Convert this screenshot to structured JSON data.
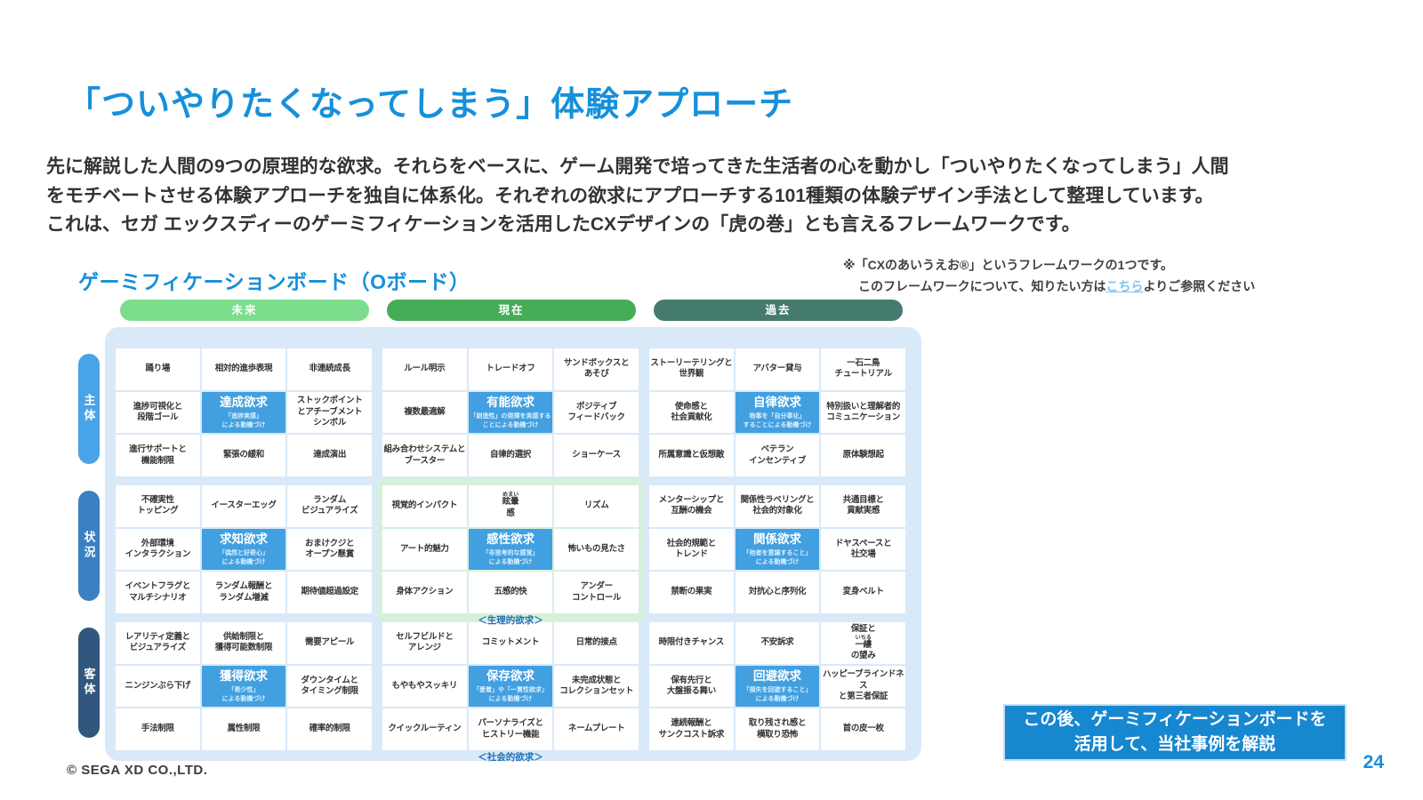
{
  "slide": {
    "title": "「ついやりたくなってしまう」体験アプローチ",
    "body_lines": [
      "先に解説した人間の9つの原理的な欲求。それらをベースに、ゲーム開発で培ってきた生活者の心を動かし「ついやりたくなってしまう」人間",
      "をモチベートさせる体験アプローチを独自に体系化。それぞれの欲求にアプローチする101種類の体験デザイン手法として整理しています。",
      "これは、セガ エックスディーのゲーミフィケーションを活用したCXデザインの「虎の巻」とも言えるフレームワークです。"
    ],
    "footer": "© SEGA XD CO.,LTD.",
    "page_number": "24"
  },
  "note": {
    "line1": "※「CXのあいうえお®」というフレームワークの1つです。",
    "line2_pre": "このフレームワークについて、知りたい方は",
    "line2_link": "こちら",
    "line2_post": "よりご参照ください"
  },
  "colors": {
    "accent_blue": "#1590DB",
    "board_bg": "#D9E9F8",
    "highlight_green_bg": "#D7F0DC",
    "desire_cell_bg": "#42A0E0",
    "callout_bg": "#1787D0",
    "link_blue": "#7EC3EF",
    "column_future_green": "#7CDE8C",
    "column_present_green": "#45AC58",
    "column_past_teal": "#447B6E",
    "row_subject_blue": "#49A3E8",
    "row_situation_blue": "#3B80C2",
    "row_object_navy": "#32577E"
  },
  "board": {
    "title": "ゲーミフィケーションボード（Oボード）",
    "columns": [
      {
        "label": "未来",
        "color": "#7CDE8C"
      },
      {
        "label": "現在",
        "color": "#45AC58"
      },
      {
        "label": "過去",
        "color": "#447B6E"
      }
    ],
    "rows": [
      {
        "label": "主体",
        "color": "#49A3E8"
      },
      {
        "label": "状況",
        "color": "#3B80C2"
      },
      {
        "label": "客体",
        "color": "#32577E"
      }
    ],
    "footnotes": {
      "physiological": "＜生理的欲求＞",
      "social": "＜社会的欲求＞"
    },
    "callout": {
      "line1": "この後、ゲーミフィケーションボードを",
      "line2": "活用して、当社事例を解説"
    },
    "blocks": [
      {
        "row": "主体",
        "col": "未来",
        "highlight": false,
        "cells": [
          "踊り場",
          "相対的進歩表現",
          "非連続成長",
          "進捗可視化と\n段階ゴール",
          {
            "title": "達成欲求",
            "subtitle": "「進捗実感」\nによる動機づけ"
          },
          "ストックポイント\nとアチーブメント\nシンボル",
          "進行サポートと\n機能制限",
          "緊張の緩和",
          "達成演出"
        ]
      },
      {
        "row": "主体",
        "col": "現在",
        "highlight": false,
        "cells": [
          "ルール明示",
          "トレードオフ",
          "サンドボックスと\nあそび",
          "複数最適解",
          {
            "title": "有能欲求",
            "subtitle": "「創造性」の発揮を実感する\nことによる動機づけ"
          },
          "ポジティブ\nフィードバック",
          "組み合わせシステムと\nブースター",
          "自律的選択",
          "ショーケース"
        ]
      },
      {
        "row": "主体",
        "col": "過去",
        "highlight": false,
        "cells": [
          "ストーリーテリングと\n世界観",
          "アバター貸与",
          "一石二鳥\nチュートリアル",
          "使命感と\n社会貢献化",
          {
            "title": "自律欲求",
            "subtitle": "物事を「自分事化」\nすることによる動機づけ"
          },
          "特別扱いと理解者的\nコミュニケーション",
          "所属意識と仮想敵",
          "ベテラン\nインセンティブ",
          "原体験想起"
        ]
      },
      {
        "row": "状況",
        "col": "未来",
        "highlight": false,
        "cells": [
          "不確実性\nトッピング",
          "イースターエッグ",
          "ランダム\nビジュアライズ",
          "外部環境\nインタラクション",
          {
            "title": "求知欲求",
            "subtitle": "「偶然と好奇心」\nによる動機づけ"
          },
          "おまけクジと\nオープン懸賞",
          "イベントフラグと\nマルチシナリオ",
          "ランダム報酬と\nランダム増減",
          "期待値超過設定"
        ]
      },
      {
        "row": "状況",
        "col": "現在",
        "highlight": true,
        "cells": [
          "視覚的インパクト",
          {
            "pre": "",
            "rb": "眩暈",
            "rt": "めまい",
            "post": "感"
          },
          "リズム",
          "アート的魅力",
          {
            "title": "感性欲求",
            "subtitle": "「非思考的な感覚」\nによる動機づけ"
          },
          "怖いもの見たさ",
          "身体アクション",
          "五感的快",
          "アンダー\nコントロール"
        ]
      },
      {
        "row": "状況",
        "col": "過去",
        "highlight": false,
        "cells": [
          "メンターシップと\n互酬の機会",
          "関係性ラベリングと\n社会的対象化",
          "共通目標と\n貢献実感",
          "社会的規範と\nトレンド",
          {
            "title": "関係欲求",
            "subtitle": "「他者を意識すること」\nによる動機づけ"
          },
          "ドヤスペースと\n社交場",
          "禁断の果実",
          "対抗心と序列化",
          "変身ベルト"
        ]
      },
      {
        "row": "客体",
        "col": "未来",
        "highlight": false,
        "cells": [
          "レアリティ定義と\nビジュアライズ",
          "供給制限と\n獲得可能数制限",
          "需要アピール",
          "ニンジンぶら下げ",
          {
            "title": "獲得欲求",
            "subtitle": "「希少性」\nによる動機づけ"
          },
          "ダウンタイムと\nタイミング制限",
          "手法制限",
          "属性制限",
          "確率的制限"
        ]
      },
      {
        "row": "客体",
        "col": "現在",
        "highlight": false,
        "cells": [
          "セルフビルドと\nアレンジ",
          "コミットメント",
          "日常的接点",
          "もやもやスッキリ",
          {
            "title": "保存欲求",
            "subtitle": "「愛着」や「一貫性欲求」\nによる動機づけ"
          },
          "未完成状態と\nコレクションセット",
          "クイックルーティン",
          "パーソナライズと\nヒストリー機能",
          "ネームプレート"
        ]
      },
      {
        "row": "客体",
        "col": "過去",
        "highlight": false,
        "cells": [
          "時限付きチャンス",
          "不安訴求",
          {
            "pre": "保証と",
            "rb": "一縷",
            "rt": "いちる",
            "post": "の望み"
          },
          "保有先行と\n大盤振る舞い",
          {
            "title": "回避欲求",
            "subtitle": "「損失を回避すること」\nによる動機づけ"
          },
          "ハッピーブラインドネス\nと第三者保証",
          "連続報酬と\nサンクコスト訴求",
          "取り残され感と\n横取り恐怖",
          "首の皮一枚"
        ]
      }
    ]
  }
}
